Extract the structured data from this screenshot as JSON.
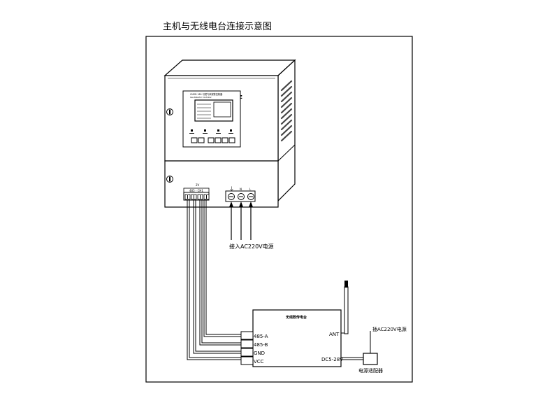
{
  "title": "主机与无线电台连接示意图",
  "main_unit": {
    "screen_header_line1": "CMSD 180 可燃气体报警控制器",
    "screen_header_line2": "Gas Detector Controller",
    "screen_panel_label": "",
    "comm_terminal_group_label": "2V",
    "comm_terminal_header": "485 - CH1",
    "comm_terminal_labels": [
      "A",
      "B",
      "G",
      "V"
    ],
    "power_terminal_labels": [
      "⏚",
      "N",
      "L"
    ],
    "power_input_label": "接入AC220V电源",
    "ce_mark": "CE"
  },
  "radio": {
    "title": "无线数传电台",
    "ports": [
      "485-A",
      "485-B",
      "GND",
      "VCC"
    ],
    "ant_label": "ANT",
    "power_label": "DC5-28V"
  },
  "adapter": {
    "label": "电源适配器",
    "input_label": "插AC220V电源"
  },
  "colors": {
    "line": "#000000",
    "unit_fill": "#ffffff",
    "vent": "#444444"
  }
}
